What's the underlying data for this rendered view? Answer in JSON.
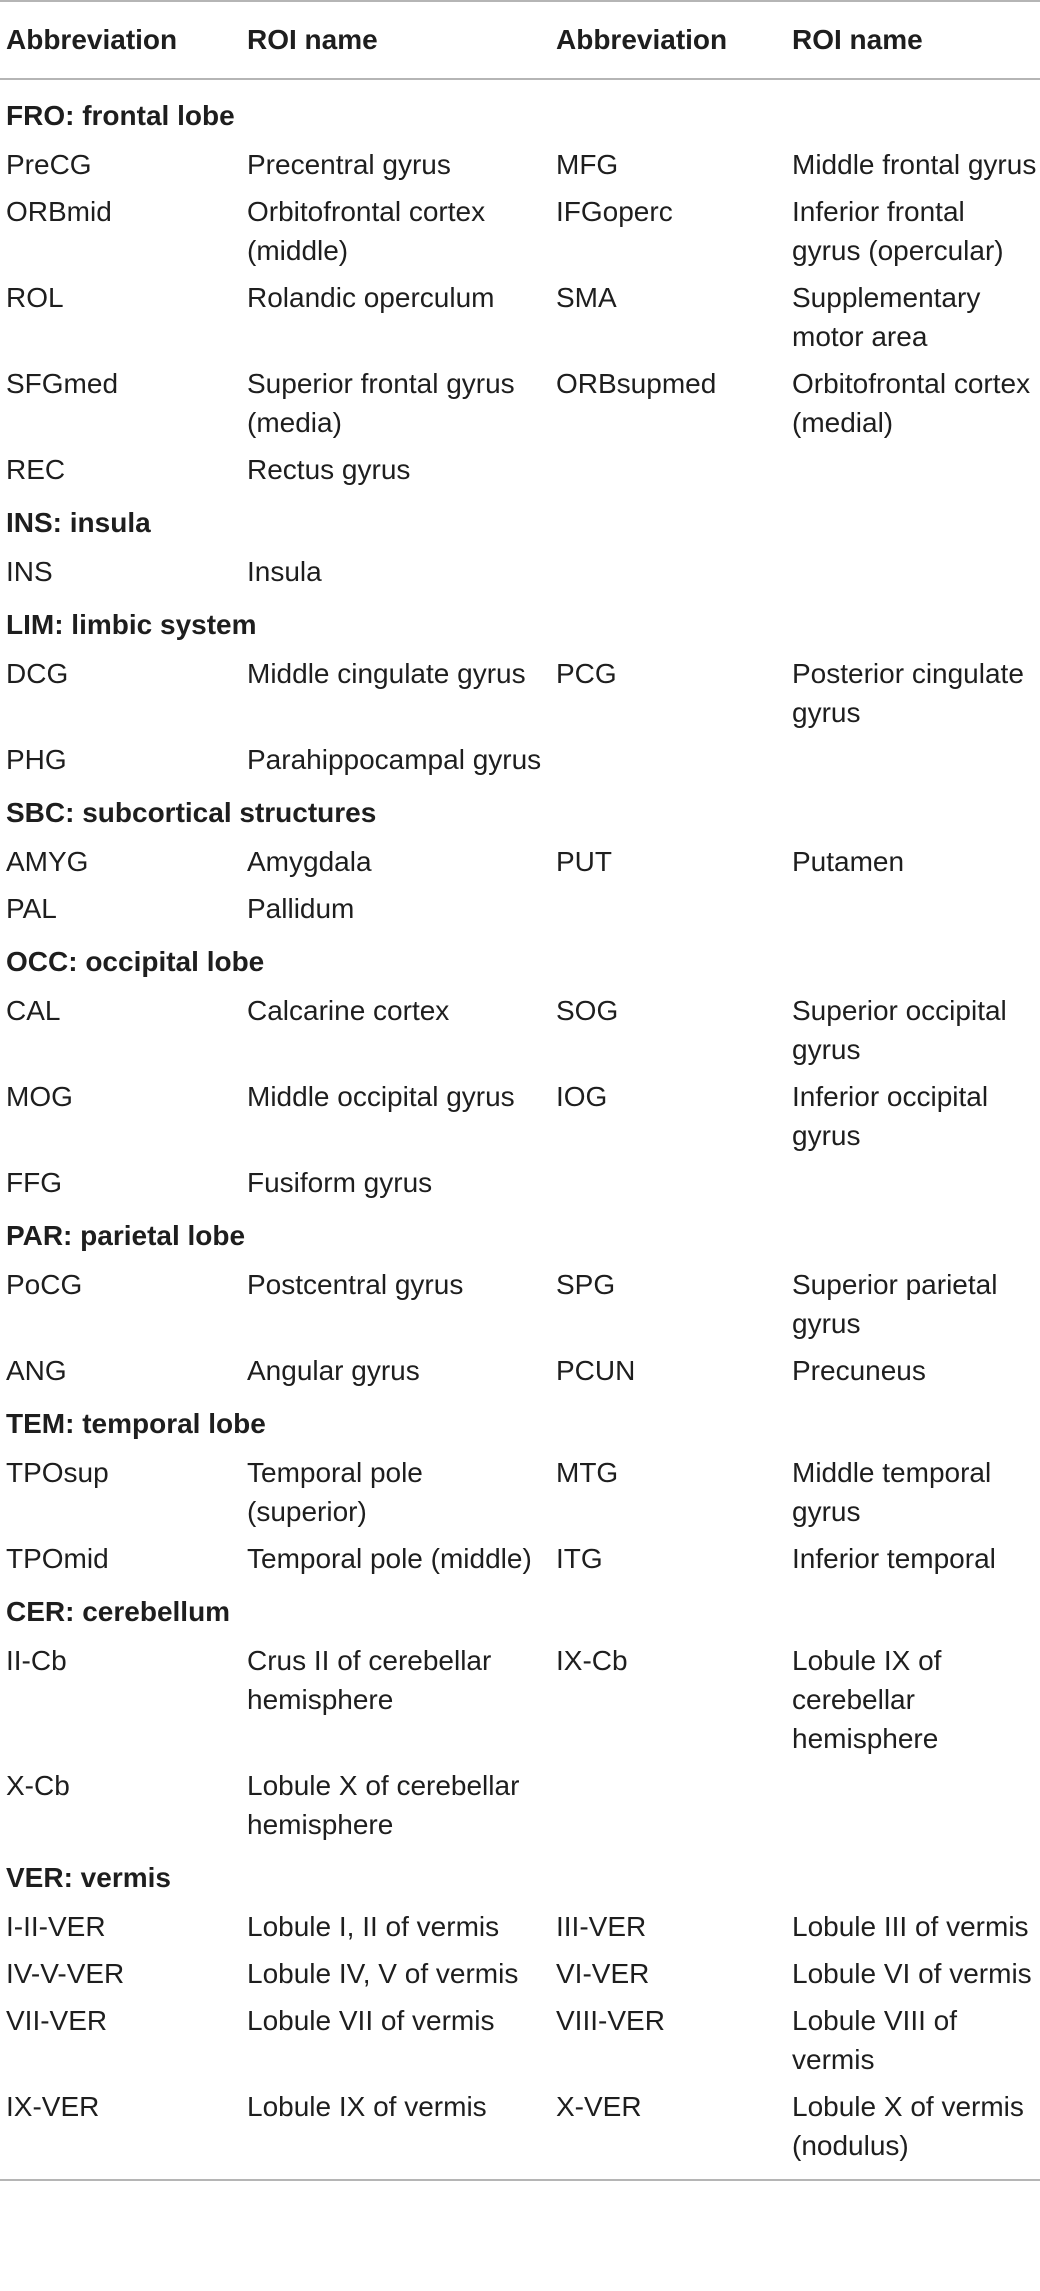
{
  "headers": [
    "Abbreviation",
    "ROI name",
    "Abbreviation",
    "ROI name"
  ],
  "sections": [
    {
      "title": "FRO: frontal lobe",
      "rows": [
        [
          "PreCG",
          "Precentral gyrus",
          "MFG",
          "Middle frontal gyrus"
        ],
        [
          "ORBmid",
          "Orbitofrontal cortex (middle)",
          "IFGoperc",
          "Inferior frontal gyrus (opercular)"
        ],
        [
          "ROL",
          "Rolandic operculum",
          "SMA",
          "Supplementary motor area"
        ],
        [
          "SFGmed",
          "Superior frontal gyrus (media)",
          "ORBsupmed",
          "Orbitofrontal cortex (medial)"
        ],
        [
          "REC",
          "Rectus gyrus",
          "",
          ""
        ]
      ]
    },
    {
      "title": "INS: insula",
      "rows": [
        [
          "INS",
          "Insula",
          "",
          ""
        ]
      ]
    },
    {
      "title": "LIM: limbic system",
      "rows": [
        [
          "DCG",
          "Middle cingulate gyrus",
          "PCG",
          "Posterior cingulate gyrus"
        ],
        [
          "PHG",
          "Parahippocampal gyrus",
          "",
          ""
        ]
      ]
    },
    {
      "title": "SBC: subcortical structures",
      "rows": [
        [
          "AMYG",
          "Amygdala",
          "PUT",
          "Putamen"
        ],
        [
          "PAL",
          "Pallidum",
          "",
          ""
        ]
      ]
    },
    {
      "title": "OCC: occipital lobe",
      "rows": [
        [
          "CAL",
          "Calcarine cortex",
          "SOG",
          "Superior occipital gyrus"
        ],
        [
          "MOG",
          "Middle occipital gyrus",
          "IOG",
          "Inferior occipital gyrus"
        ],
        [
          "FFG",
          "Fusiform gyrus",
          "",
          ""
        ]
      ]
    },
    {
      "title": "PAR: parietal lobe",
      "rows": [
        [
          "PoCG",
          "Postcentral gyrus",
          "SPG",
          "Superior parietal gyrus"
        ],
        [
          "ANG",
          "Angular gyrus",
          "PCUN",
          "Precuneus"
        ]
      ]
    },
    {
      "title": "TEM: temporal lobe",
      "rows": [
        [
          "TPOsup",
          "Temporal pole (superior)",
          "MTG",
          "Middle temporal gyrus"
        ],
        [
          "TPOmid",
          "Temporal pole (middle)",
          "ITG",
          "Inferior temporal"
        ]
      ]
    },
    {
      "title": "CER: cerebellum",
      "rows": [
        [
          "II-Cb",
          "Crus II of cerebellar hemisphere",
          "IX-Cb",
          "Lobule IX of cerebellar hemisphere"
        ],
        [
          "X-Cb",
          "Lobule X of cerebellar hemisphere",
          "",
          ""
        ]
      ]
    },
    {
      "title": "VER: vermis",
      "rows": [
        [
          "I-II-VER",
          "Lobule I, II of vermis",
          "III-VER",
          "Lobule III of vermis"
        ],
        [
          "IV-V-VER",
          "Lobule IV, V of vermis",
          "VI-VER",
          "Lobule VI of vermis"
        ],
        [
          "VII-VER",
          "Lobule VII of vermis",
          "VIII-VER",
          "Lobule VIII of vermis"
        ],
        [
          "IX-VER",
          "Lobule IX of vermis",
          "X-VER",
          "Lobule X of vermis (nodulus)"
        ]
      ]
    }
  ]
}
